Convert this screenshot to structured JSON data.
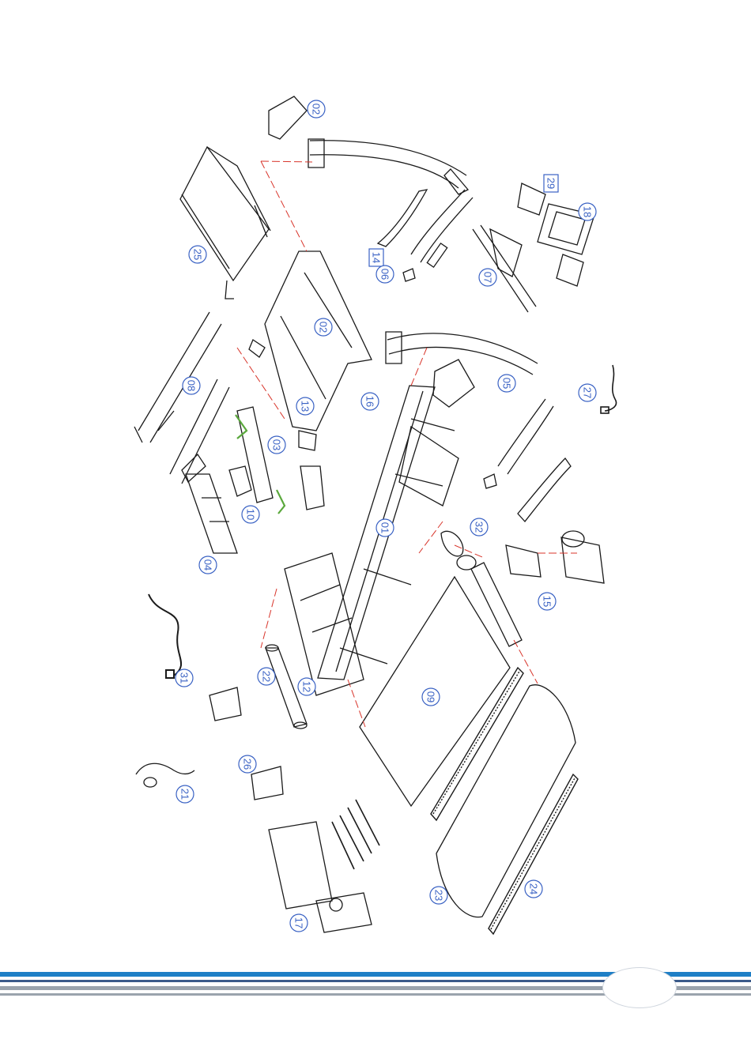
{
  "callouts": [
    {
      "id": "c02a",
      "label": "02",
      "boxed": false
    },
    {
      "id": "c29",
      "label": "29",
      "boxed": true
    },
    {
      "id": "c18",
      "label": "18",
      "boxed": false
    },
    {
      "id": "c25",
      "label": "25",
      "boxed": false
    },
    {
      "id": "c14",
      "label": "14",
      "boxed": true
    },
    {
      "id": "c06",
      "label": "06",
      "boxed": false
    },
    {
      "id": "c07",
      "label": "07",
      "boxed": false
    },
    {
      "id": "c02b",
      "label": "02",
      "boxed": false
    },
    {
      "id": "c08",
      "label": "08",
      "boxed": false
    },
    {
      "id": "c13",
      "label": "13",
      "boxed": false
    },
    {
      "id": "c16",
      "label": "16",
      "boxed": false
    },
    {
      "id": "c05",
      "label": "05",
      "boxed": false
    },
    {
      "id": "c27",
      "label": "27",
      "boxed": false
    },
    {
      "id": "c03",
      "label": "03",
      "boxed": false
    },
    {
      "id": "c10",
      "label": "10",
      "boxed": false
    },
    {
      "id": "c01",
      "label": "01",
      "boxed": false
    },
    {
      "id": "c32",
      "label": "32",
      "boxed": false
    },
    {
      "id": "c04",
      "label": "04",
      "boxed": false
    },
    {
      "id": "c15",
      "label": "15",
      "boxed": false
    },
    {
      "id": "c31",
      "label": "31",
      "boxed": false
    },
    {
      "id": "c22",
      "label": "22",
      "boxed": false
    },
    {
      "id": "c12",
      "label": "12",
      "boxed": false
    },
    {
      "id": "c09",
      "label": "09",
      "boxed": false
    },
    {
      "id": "c26",
      "label": "26",
      "boxed": false
    },
    {
      "id": "c21",
      "label": "21",
      "boxed": false
    },
    {
      "id": "c23",
      "label": "23",
      "boxed": false
    },
    {
      "id": "c24",
      "label": "24",
      "boxed": false
    },
    {
      "id": "c17",
      "label": "17",
      "boxed": false
    }
  ],
  "colors": {
    "line": "#1a1a1a",
    "leader": "#d8342a",
    "callout": "#3a62c4",
    "accent_green": "#5aa83c",
    "stripe_blue": "#1e7fc6",
    "stripe_dark": "#3b5a8a",
    "stripe_grey": "#9aa3ad"
  }
}
